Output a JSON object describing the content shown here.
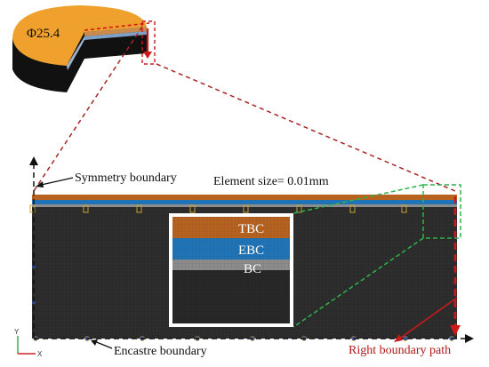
{
  "disk": {
    "diameter_label": "Φ25.4"
  },
  "labels": {
    "symmetry_boundary": "Symmetry boundary",
    "element_size": "Element size= 0.01mm",
    "encastre_boundary": "Encastre boundary",
    "right_boundary_path": "Right boundary path"
  },
  "inset": {
    "layers": [
      "TBC",
      "EBC",
      "BC"
    ]
  },
  "axes": {
    "y": "Y",
    "x": "X"
  },
  "colors": {
    "tbc": "#b8621f",
    "ebc": "#1f74b8",
    "bc": "#8c8c8c",
    "substrate": "#2b2b2b",
    "disk_top": "#f0a02c",
    "red_path": "#cc1a1a",
    "green_dash": "#2db34a"
  }
}
